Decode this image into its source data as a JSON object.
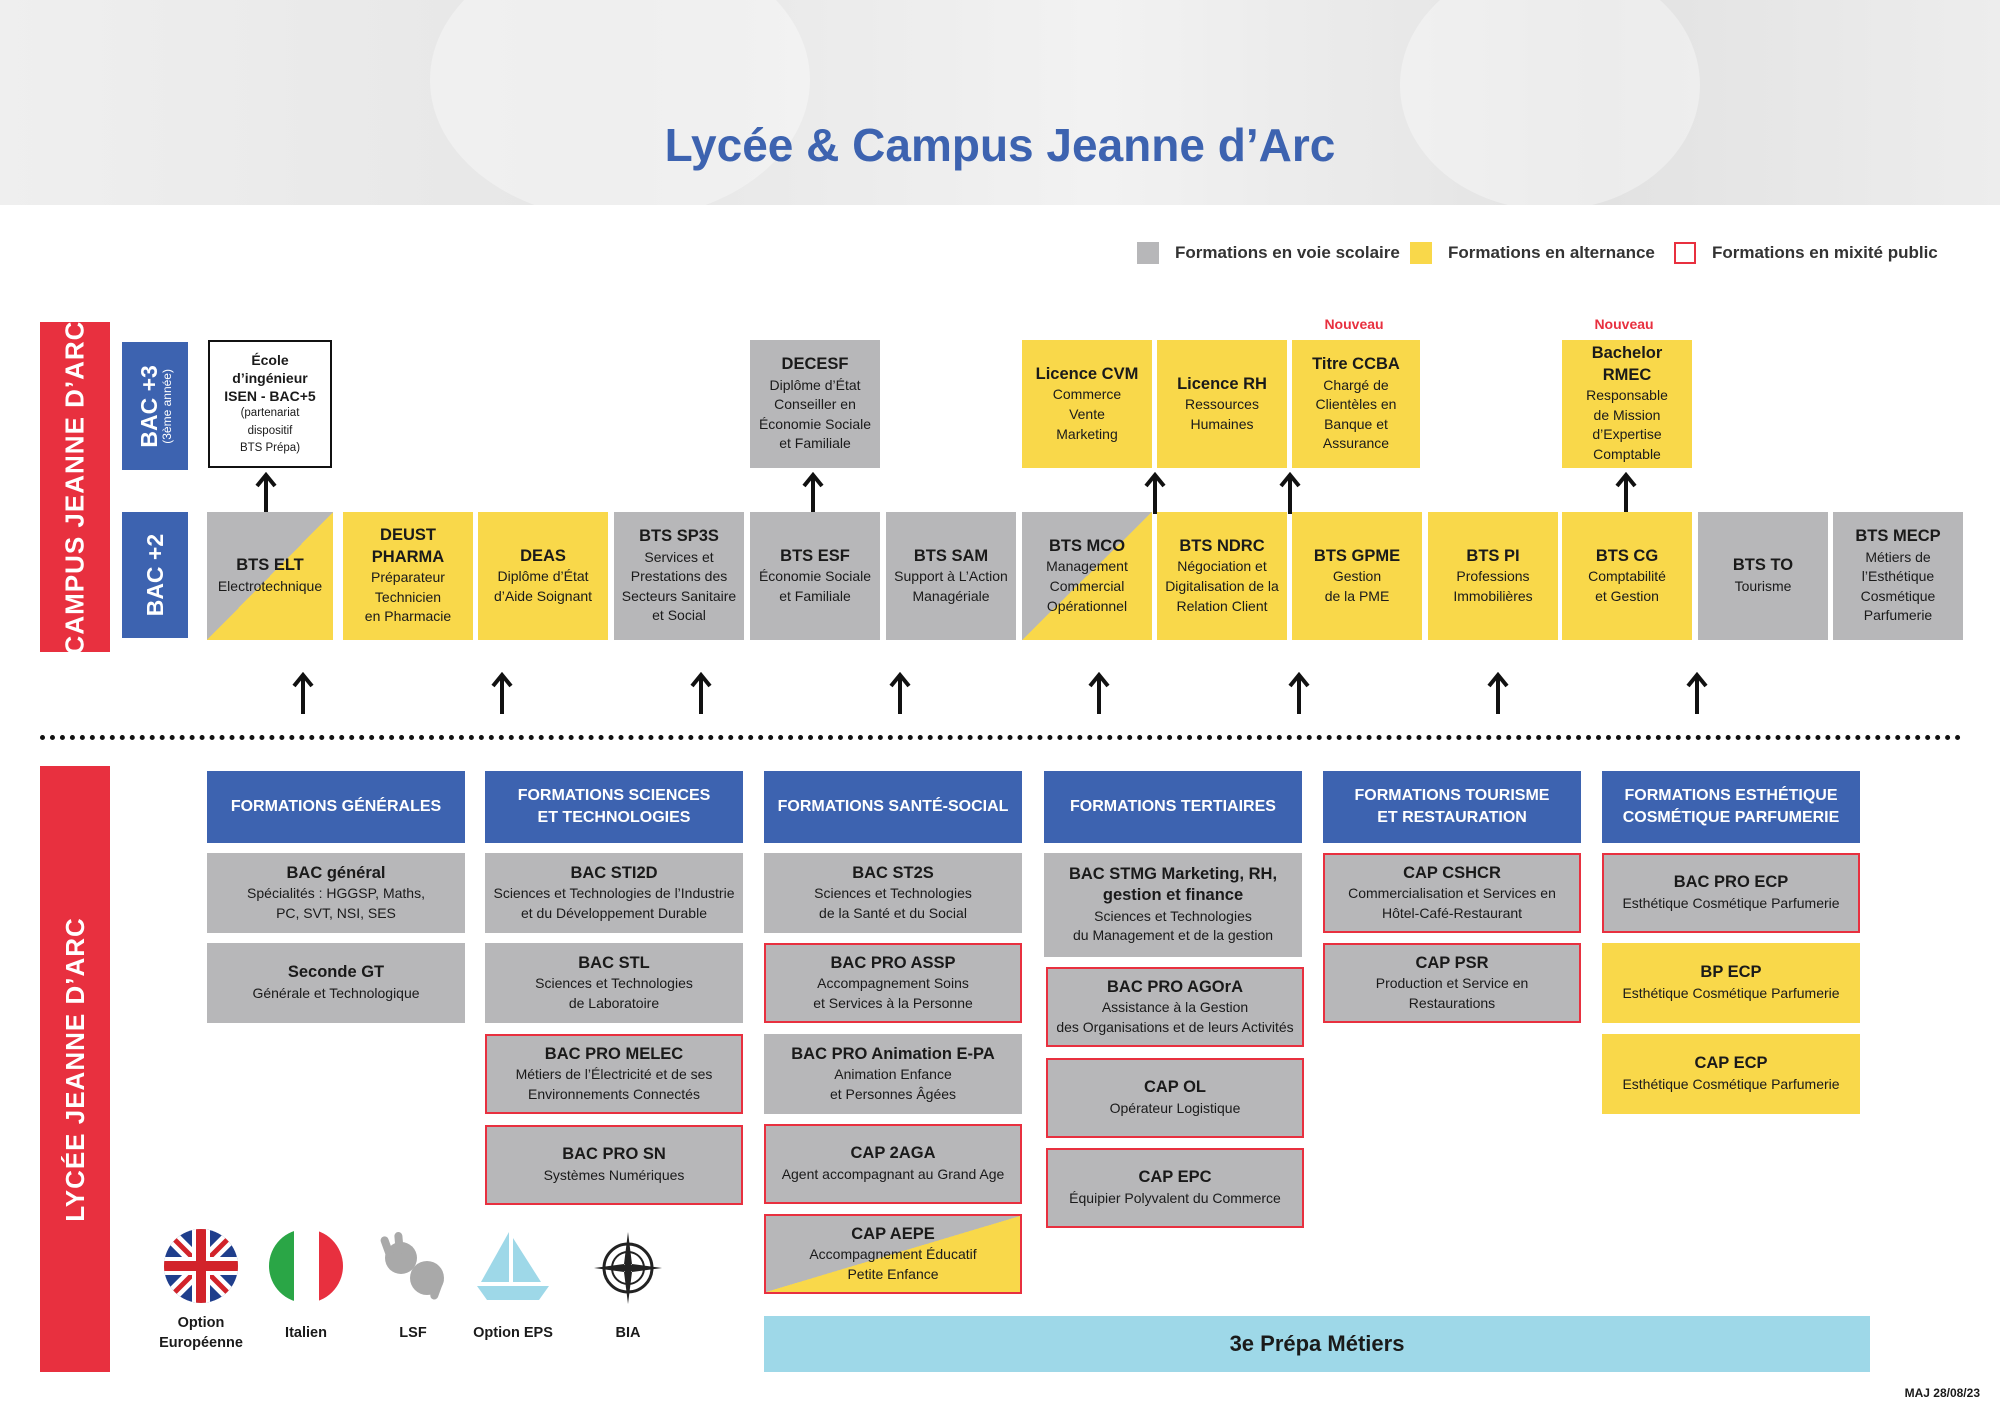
{
  "title": "Lycée & Campus Jeanne d’Arc",
  "legend": [
    {
      "label": "Formations en voie scolaire",
      "color": "#b7b7b9"
    },
    {
      "label": "Formations en alternance",
      "color": "#f9d84a"
    },
    {
      "label": "Formations en mixité public",
      "color": "#e8303f"
    }
  ],
  "campus_label": "CAMPUS JEANNE D’ARC",
  "lycee_label": "LYCÉE JEANNE D’ARC",
  "bac3": {
    "label": "BAC +3",
    "sub": "(3ème année)"
  },
  "bac2": {
    "label": "BAC +2"
  },
  "nouveau": "Nouveau",
  "bac3_cards": [
    {
      "name": "École\nd’ingénieur\nISEN - BAC+5",
      "desc": "(partenariat\ndispositif\nBTS Prépa)"
    },
    {
      "name": "DECESF",
      "desc": "Diplôme d’État\nConseiller en\nÉconomie Sociale\net Familiale"
    },
    {
      "name": "Licence CVM",
      "desc": "Commerce\nVente\nMarketing"
    },
    {
      "name": "Licence RH",
      "desc": "Ressources\nHumaines"
    },
    {
      "name": "Titre CCBA",
      "desc": "Chargé de\nClientèles en\nBanque et\nAssurance"
    },
    {
      "name": "Bachelor RMEC",
      "desc": "Responsable\nde Mission\nd’Expertise\nComptable"
    }
  ],
  "bac2_cards": [
    {
      "name": "BTS ELT",
      "desc": "Electrotechnique"
    },
    {
      "name": "DEUST\nPHARMA",
      "desc": "Préparateur\nTechnicien\nen Pharmacie"
    },
    {
      "name": "DEAS",
      "desc": "Diplôme d’État\nd’Aide Soignant"
    },
    {
      "name": "BTS SP3S",
      "desc": "Services et\nPrestations des\nSecteurs Sanitaire\net Social"
    },
    {
      "name": "BTS ESF",
      "desc": "Économie Sociale\net Familiale"
    },
    {
      "name": "BTS SAM",
      "desc": "Support à L’Action\nManagériale"
    },
    {
      "name": "BTS MCO",
      "desc": "Management\nCommercial\nOpérationnel"
    },
    {
      "name": "BTS NDRC",
      "desc": "Négociation et\nDigitalisation de la\nRelation Client"
    },
    {
      "name": "BTS GPME",
      "desc": "Gestion\nde la PME"
    },
    {
      "name": "BTS PI",
      "desc": "Professions\nImmobilières"
    },
    {
      "name": "BTS CG",
      "desc": "Comptabilité\net Gestion"
    },
    {
      "name": "BTS TO",
      "desc": "Tourisme"
    },
    {
      "name": "BTS MECP",
      "desc": "Métiers de\nl’Esthétique\nCosmétique\nParfumerie"
    }
  ],
  "columns": [
    {
      "header": "FORMATIONS GÉNÉRALES",
      "items": [
        {
          "name": "BAC général",
          "desc": "Spécialités : HGGSP, Maths,\nPC, SVT, NSI, SES"
        },
        {
          "name": "Seconde GT",
          "desc": "Générale et Technologique"
        }
      ]
    },
    {
      "header": "FORMATIONS SCIENCES\nET TECHNOLOGIES",
      "items": [
        {
          "name": "BAC STI2D",
          "desc": "Sciences et Technologies de l’Industrie\net du Développement Durable"
        },
        {
          "name": "BAC STL",
          "desc": "Sciences et Technologies\nde Laboratoire"
        },
        {
          "name": "BAC PRO MELEC",
          "desc": "Métiers de l’Électricité et de ses\nEnvironnements Connectés"
        },
        {
          "name": "BAC PRO SN",
          "desc": "Systèmes Numériques"
        }
      ]
    },
    {
      "header": "FORMATIONS SANTÉ-SOCIAL",
      "items": [
        {
          "name": "BAC ST2S",
          "desc": "Sciences et Technologies\nde la Santé et du Social"
        },
        {
          "name": "BAC PRO ASSP",
          "desc": "Accompagnement Soins\net Services à la Personne"
        },
        {
          "name": "BAC PRO Animation E-PA",
          "desc": "Animation Enfance\net Personnes Âgées"
        },
        {
          "name": "CAP 2AGA",
          "desc": "Agent accompagnant au Grand Age"
        },
        {
          "name": "CAP AEPE",
          "desc": "Accompagnement Éducatif\nPetite Enfance"
        }
      ]
    },
    {
      "header": "FORMATIONS TERTIAIRES",
      "items": [
        {
          "name": "BAC STMG Marketing, RH,\ngestion et finance",
          "desc": "Sciences et Technologies\ndu Management et de la gestion"
        },
        {
          "name": "BAC PRO AGOrA",
          "desc": "Assistance à la Gestion\ndes Organisations et de leurs Activités"
        },
        {
          "name": "CAP OL",
          "desc": "Opérateur Logistique"
        },
        {
          "name": "CAP EPC",
          "desc": "Équipier Polyvalent du Commerce"
        }
      ]
    },
    {
      "header": "FORMATIONS TOURISME\nET RESTAURATION",
      "items": [
        {
          "name": "CAP CSHCR",
          "desc": "Commercialisation et Services en\nHôtel-Café-Restaurant"
        },
        {
          "name": "CAP PSR",
          "desc": "Production et Service en Restaurations"
        }
      ]
    },
    {
      "header": "FORMATIONS ESTHÉTIQUE\nCOSMÉTIQUE PARFUMERIE",
      "items": [
        {
          "name": "BAC PRO ECP",
          "desc": "Esthétique Cosmétique Parfumerie"
        },
        {
          "name": "BP ECP",
          "desc": "Esthétique Cosmétique Parfumerie"
        },
        {
          "name": "CAP ECP",
          "desc": "Esthétique Cosmétique Parfumerie"
        }
      ]
    }
  ],
  "options": [
    {
      "label": "Option\nEuropéenne",
      "icon": "uk-flag-icon"
    },
    {
      "label": "Italien",
      "icon": "italy-flag-icon"
    },
    {
      "label": "LSF",
      "icon": "sign-language-icon"
    },
    {
      "label": "Option EPS",
      "icon": "sailboat-icon"
    },
    {
      "label": "BIA",
      "icon": "propeller-plane-icon"
    }
  ],
  "prepa": "3e Prépa Métiers",
  "maj": "MAJ 28/08/23"
}
